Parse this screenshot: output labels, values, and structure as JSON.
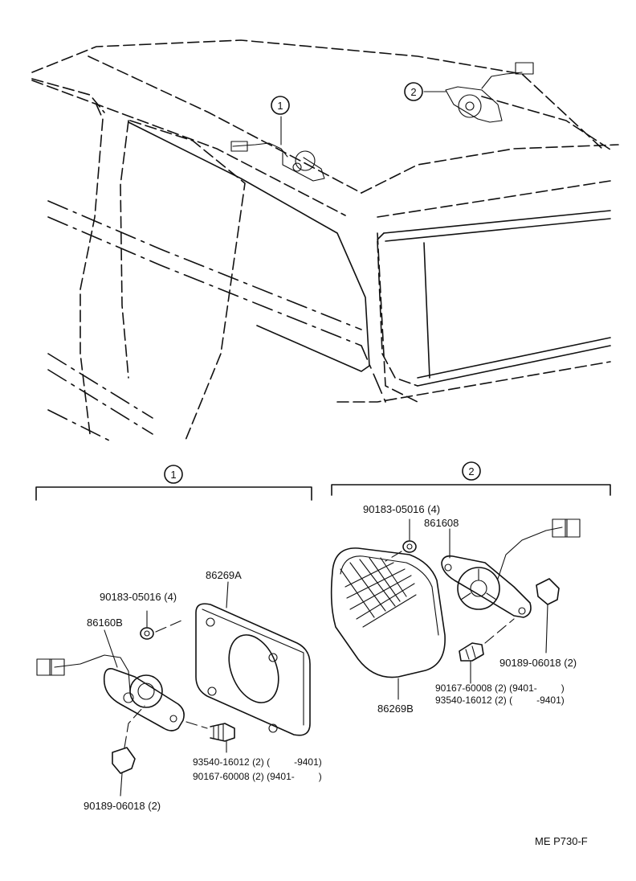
{
  "callouts": {
    "top_1": "1",
    "top_2": "2",
    "section_1": "1",
    "section_2": "2"
  },
  "section_1": {
    "labels": {
      "p86269A": "86269A",
      "p90183": "90183-05016 (4)",
      "p86160B": "86160B",
      "p93540": "93540-16012 (2) (         -9401)",
      "p90167": "90167-60008 (2) (9401-         )",
      "p90189": "90189-06018 (2)"
    }
  },
  "section_2": {
    "labels": {
      "p90183": "90183-05016 (4)",
      "p861608": "861608",
      "p86269B": "86269B",
      "p90189": "90189-06018 (2)",
      "p90167": "90167-60008 (2) (9401-         )",
      "p93540": "93540-16012 (2) (         -9401)"
    }
  },
  "footer": {
    "code": "ME  P730-F"
  }
}
